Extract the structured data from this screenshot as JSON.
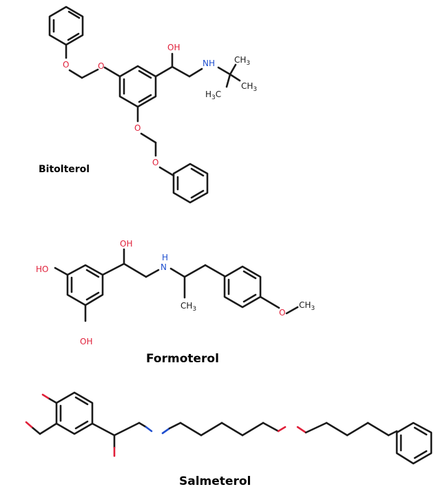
{
  "molecules": {
    "bitolterol": {
      "name": "Bitolterol",
      "atoms": {
        "o1": "O",
        "o2": "O",
        "o3": "O",
        "o4": "O",
        "oh": "OH",
        "nh": "NH",
        "ch3_top": "CH",
        "ch3_top_sub": "3",
        "ch3_right": "CH",
        "ch3_right_sub": "3",
        "h3c": "H",
        "h3c_sub": "3",
        "h3c_c": "C"
      }
    },
    "formoterol": {
      "name": "Formoterol",
      "atoms": {
        "ho_left": "HO",
        "oh_bottom": "OH",
        "oh_top": "OH",
        "nh": "H",
        "n": "N",
        "ch3_side": "CH",
        "ch3_side_sub": "3",
        "o_ether": "O",
        "ch3_ether": "CH",
        "ch3_ether_sub": "3"
      }
    },
    "salmeterol": {
      "name": "Salmeterol"
    }
  }
}
